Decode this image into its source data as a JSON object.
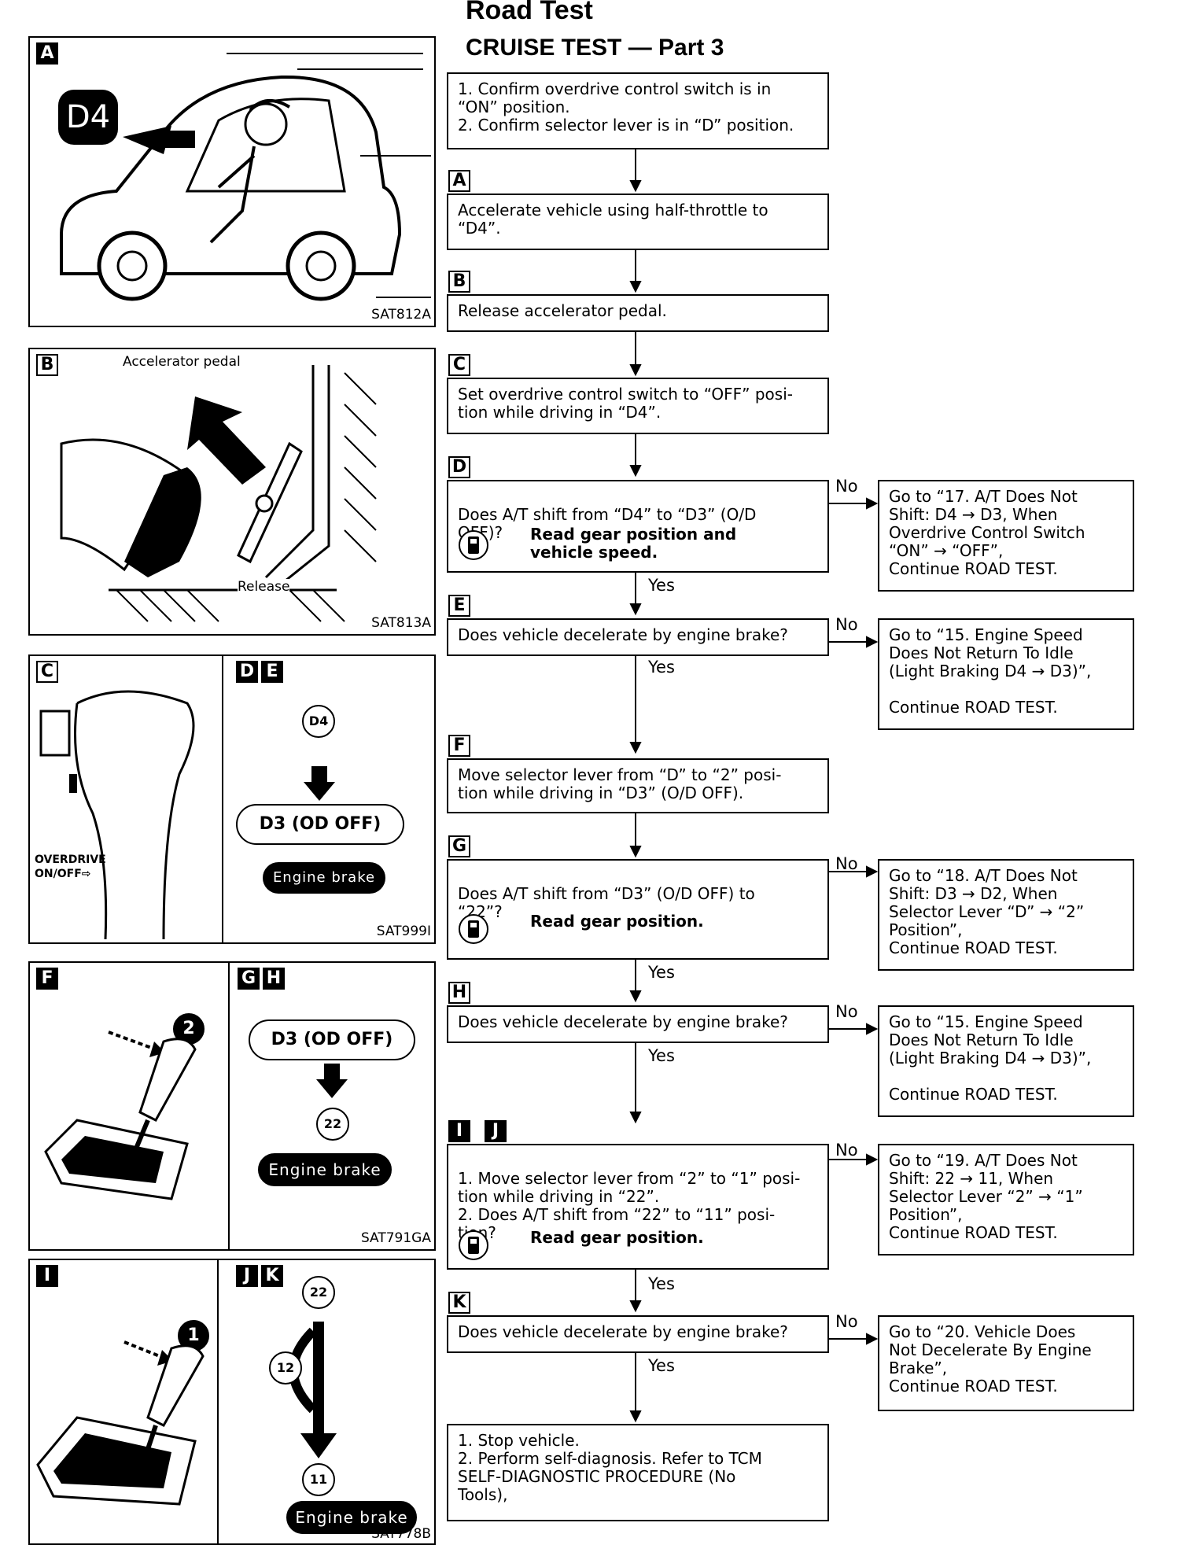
{
  "header": {
    "title": "Road Test",
    "subtitle": "CRUISE TEST — Part 3"
  },
  "panels": {
    "a": {
      "letter": "A",
      "code": "SAT812A",
      "badge": "D4"
    },
    "b": {
      "letter": "B",
      "code": "SAT813A",
      "accelerator_label": "Accelerator pedal",
      "release_label": "Release"
    },
    "c": {
      "letter": "C",
      "overdrive_label_1": "OVERDRIVE",
      "overdrive_label_2": "ON/OFF⇨"
    },
    "de": {
      "letter_1": "D",
      "letter_2": "E",
      "circle": "D4",
      "pill": "D3 (OD OFF)",
      "engine_brake": "Engine brake",
      "code": "SAT999I"
    },
    "f": {
      "letter": "F",
      "circle": "2"
    },
    "gh": {
      "letter_1": "G",
      "letter_2": "H",
      "pill": "D3 (OD OFF)",
      "circle": "22",
      "engine_brake": "Engine brake",
      "code": "SAT791GA"
    },
    "i": {
      "letter": "I",
      "circle": "1"
    },
    "jk": {
      "letter_1": "J",
      "letter_2": "K",
      "circle_top": "22",
      "circle_mid": "12",
      "circle_bottom": "11",
      "engine_brake": "Engine brake",
      "code": "SAT778B"
    }
  },
  "flow": {
    "start": "1. Confirm overdrive control switch is in\n    “ON” position.\n2. Confirm selector lever is in “D” position.",
    "step_a": {
      "letter": "A",
      "text": "Accelerate vehicle using half-throttle to\n“D4”."
    },
    "step_b": {
      "letter": "B",
      "text": "Release accelerator pedal."
    },
    "step_c": {
      "letter": "C",
      "text": "Set overdrive control switch to “OFF” posi-\ntion while driving in “D4”."
    },
    "step_d": {
      "letter": "D",
      "text": "Does A/T shift from “D4” to “D3” (O/D\nOFF)?",
      "note": "Read gear position and\nvehicle speed."
    },
    "step_e": {
      "letter": "E",
      "text": "Does vehicle decelerate by engine brake?"
    },
    "step_f": {
      "letter": "F",
      "text": "Move selector lever from “D” to “2” posi-\ntion while driving in “D3” (O/D OFF)."
    },
    "step_g": {
      "letter": "G",
      "text": "Does A/T shift from “D3” (O/D OFF) to\n“22”?",
      "note": "Read gear position."
    },
    "step_h": {
      "letter": "H",
      "text": "Does vehicle decelerate by engine brake?"
    },
    "step_ij": {
      "letter_1": "I",
      "letter_2": "J",
      "text": "1. Move selector lever from “2” to “1” posi-\n    tion while driving in “22”.\n2. Does A/T shift from “22” to “11” posi-\n    tion?",
      "note": "Read gear position."
    },
    "step_k": {
      "letter": "K",
      "text": "Does vehicle decelerate by engine brake?"
    },
    "end": "1. Stop vehicle.\n2. Perform self-diagnosis. Refer to TCM\n    SELF-DIAGNOSTIC PROCEDURE (No\n    Tools),",
    "yes": "Yes",
    "no": "No",
    "goto_17": "Go to “17. A/T Does Not\nShift: D4 → D3, When\nOverdrive Control Switch\n“ON” → “OFF”,\nContinue ROAD TEST.",
    "goto_15a": "Go to “15. Engine Speed\nDoes Not Return To Idle\n(Light Braking D4 → D3)”,\n\nContinue ROAD TEST.",
    "goto_18": "Go to “18. A/T Does Not\nShift: D3 → D2, When\nSelector Lever “D” → “2”\nPosition”,\nContinue ROAD TEST.",
    "goto_15b": "Go to “15. Engine Speed\nDoes Not Return To Idle\n(Light Braking D4 → D3)”,\n\nContinue ROAD TEST.",
    "goto_19": "Go to “19. A/T Does Not\nShift: 22 → 11, When\nSelector Lever “2” → “1”\nPosition”,\nContinue ROAD TEST.",
    "goto_20": "Go to “20. Vehicle Does\nNot Decelerate By Engine\nBrake”,\nContinue ROAD TEST."
  }
}
